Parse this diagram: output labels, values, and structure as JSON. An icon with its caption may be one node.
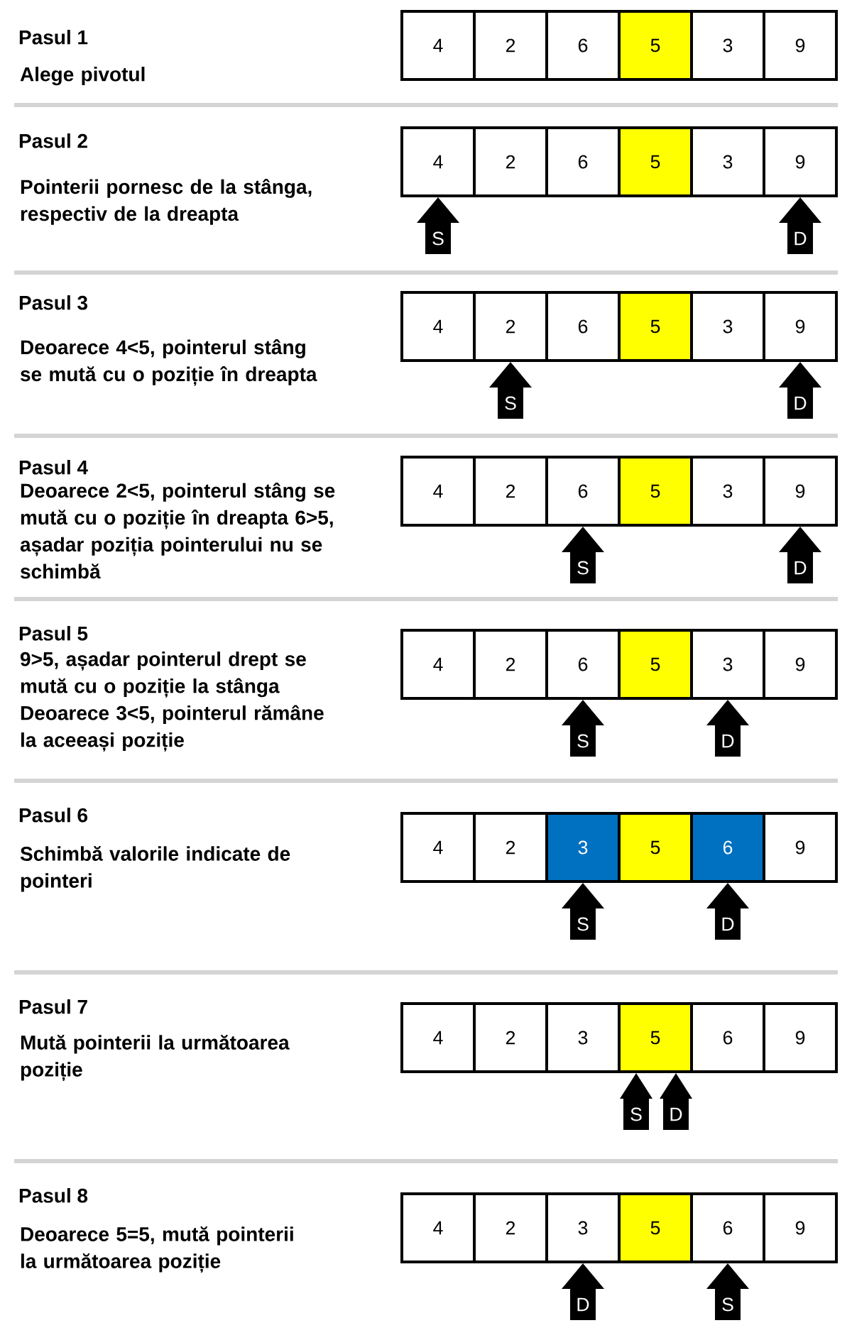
{
  "diagram": {
    "nodes": [
      {
        "text": [
          "4"
        ]
      },
      {
        "text": [
          "2"
        ]
      },
      {
        "text": [
          "6"
        ]
      },
      {
        "text": [
          "5"
        ]
      },
      {
        "text": [
          "3"
        ]
      },
      {
        "text": [
          "9"
        ]
      },
      {
        "text": [
          "4"
        ]
      },
      {
        "text": [
          "2"
        ]
      },
      {
        "text": [
          "6"
        ]
      },
      {
        "text": [
          "5"
        ]
      },
      {
        "text": [
          "3"
        ]
      },
      {
        "text": [
          "9"
        ]
      },
      {
        "text": [
          "S"
        ]
      },
      {
        "text": [
          "D"
        ]
      },
      {
        "text": [
          "4"
        ]
      },
      {
        "text": [
          "2"
        ]
      },
      {
        "text": [
          "6"
        ]
      },
      {
        "text": [
          "5"
        ]
      },
      {
        "text": [
          "3"
        ]
      },
      {
        "text": [
          "9"
        ]
      },
      {
        "text": [
          "S"
        ]
      },
      {
        "text": [
          "D"
        ]
      },
      {
        "text": [
          "4"
        ]
      },
      {
        "text": [
          "2"
        ]
      },
      {
        "text": [
          "6"
        ]
      },
      {
        "text": [
          "5"
        ]
      },
      {
        "text": [
          "3"
        ]
      },
      {
        "text": [
          "9"
        ]
      },
      {
        "text": [
          "S"
        ]
      },
      {
        "text": [
          "D"
        ]
      },
      {
        "text": [
          "4"
        ]
      },
      {
        "text": [
          "2"
        ]
      },
      {
        "text": [
          "6"
        ]
      },
      {
        "text": [
          "5"
        ]
      },
      {
        "text": [
          "3"
        ]
      },
      {
        "text": [
          "9"
        ]
      },
      {
        "text": [
          "S"
        ]
      },
      {
        "text": [
          "D"
        ]
      },
      {
        "text": [
          "4"
        ]
      },
      {
        "text": [
          "2"
        ]
      },
      {
        "text": [
          "3"
        ]
      },
      {
        "text": [
          "5"
        ]
      },
      {
        "text": [
          "6"
        ]
      },
      {
        "text": [
          "9"
        ]
      },
      {
        "text": [
          "S"
        ]
      },
      {
        "text": [
          "D"
        ]
      },
      {
        "text": [
          "4"
        ]
      },
      {
        "text": [
          "2"
        ]
      },
      {
        "text": [
          "3"
        ]
      },
      {
        "text": [
          "5"
        ]
      },
      {
        "text": [
          "6"
        ]
      },
      {
        "text": [
          "9"
        ]
      },
      {
        "text": [
          "S"
        ]
      },
      {
        "text": [
          "D"
        ]
      },
      {
        "text": [
          "4"
        ]
      },
      {
        "text": [
          "2"
        ]
      },
      {
        "text": [
          "3"
        ]
      },
      {
        "text": [
          "5"
        ]
      },
      {
        "text": [
          "6"
        ]
      },
      {
        "text": [
          "9"
        ]
      },
      {
        "text": [
          "D"
        ]
      },
      {
        "text": [
          "S"
        ]
      }
    ],
    "labels": [
      "Pasul 1",
      "Alege pivotul",
      "Pasul 2",
      "Pointerii pornesc de la stânga, respectiv de la dreapta",
      "Pasul 3",
      "Deoarece 4<5, pointerul stâng se mută cu o poziție în dreapta",
      "Pasul 4",
      "Deoarece 2<5, pointerul stâng se mută cu o poziție în dreapta 6>5, așadar poziția pointerului nu se schimbă",
      "Pasul 5",
      "9>5, așadar pointerul drept se mută cu o poziție la stânga Deoarece 3<5, pointerul rămâne la aceeași poziție",
      "Pasul 6",
      "Schimbă valorile indicate de pointeri",
      "Pasul 7",
      "Mută pointerii la următoarea poziție",
      "Pasul 8",
      "Deoarece 5=5, mută pointerii la următoarea poziție"
    ]
  }
}
